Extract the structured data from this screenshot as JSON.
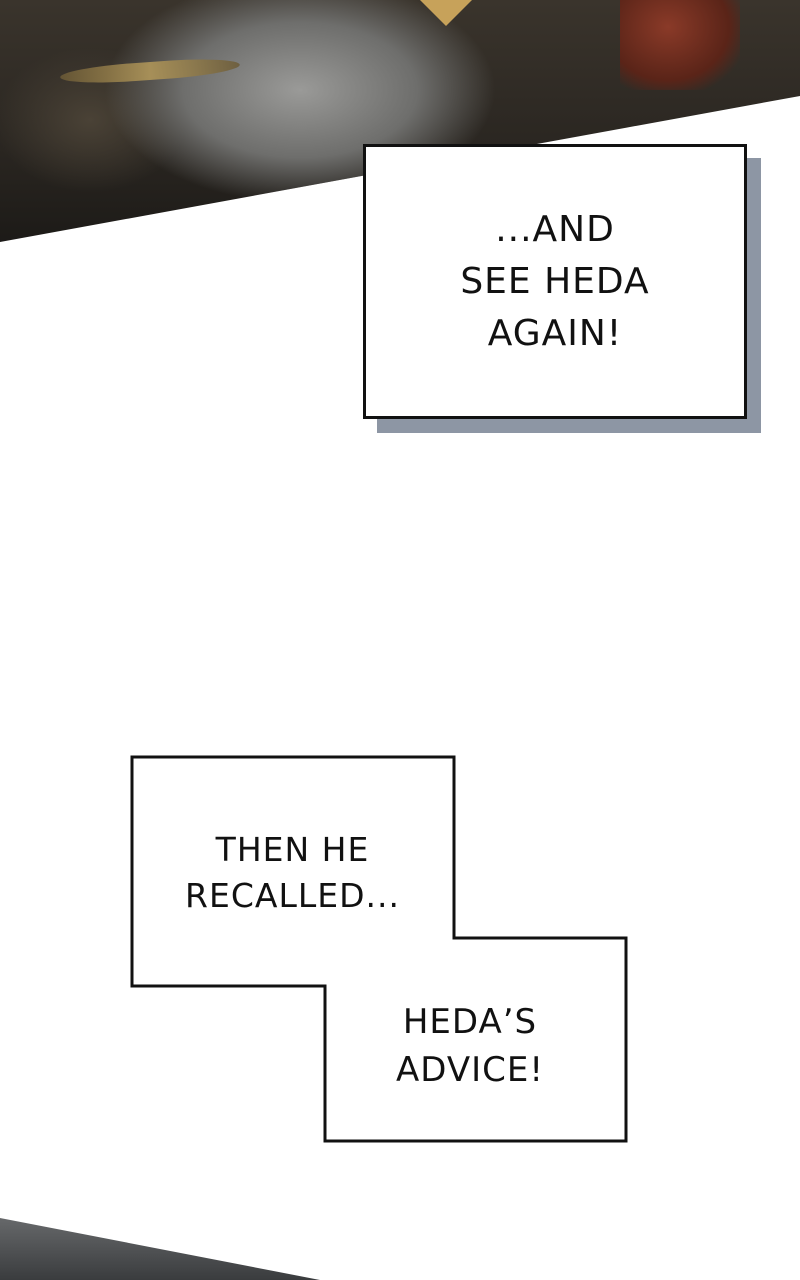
{
  "captions": {
    "first": "...AND\nSEE HEDA\nAGAIN!",
    "second_a": "THEN HE\nRECALLED...",
    "second_b": "HEDA’S\nADVICE!"
  },
  "colors": {
    "text": "#111111",
    "caption_shadow": "#8d96a4",
    "background": "#ffffff"
  }
}
